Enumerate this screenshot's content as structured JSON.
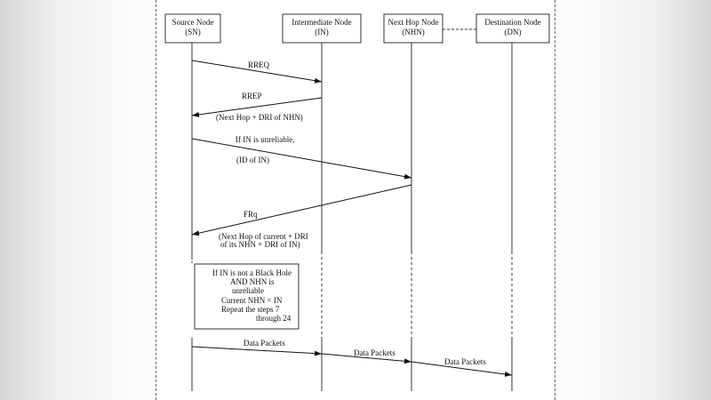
{
  "nodes": [
    {
      "name": "Source Node",
      "abbr": "(SN)"
    },
    {
      "name": "Intermediate Node",
      "abbr": "(IN)"
    },
    {
      "name": "Next Hop Node",
      "abbr": "(NHN)"
    },
    {
      "name": "Destination Node",
      "abbr": "(DN)"
    }
  ],
  "messages": {
    "rreq": "RREQ",
    "rrep": "RREP",
    "rrep_note": "(Next Hop + DRI of NHN)",
    "if_unreliable": "If IN is unreliable,",
    "id_of_in": "(ID of IN)",
    "frq": "FRq",
    "frq_note_1": "(Next Hop of current + DRI",
    "frq_note_2": "of its NHN + DRI of IN)",
    "data_packets_1": "Data Packets",
    "data_packets_2": "Data Packets",
    "data_packets_3": "Data Packets"
  },
  "note_box": {
    "lines": [
      "If IN is not a Black Hole",
      "AND NHN is",
      "unreliable",
      "Current NHN = IN",
      "Repeat the steps 7",
      "through 24"
    ]
  }
}
